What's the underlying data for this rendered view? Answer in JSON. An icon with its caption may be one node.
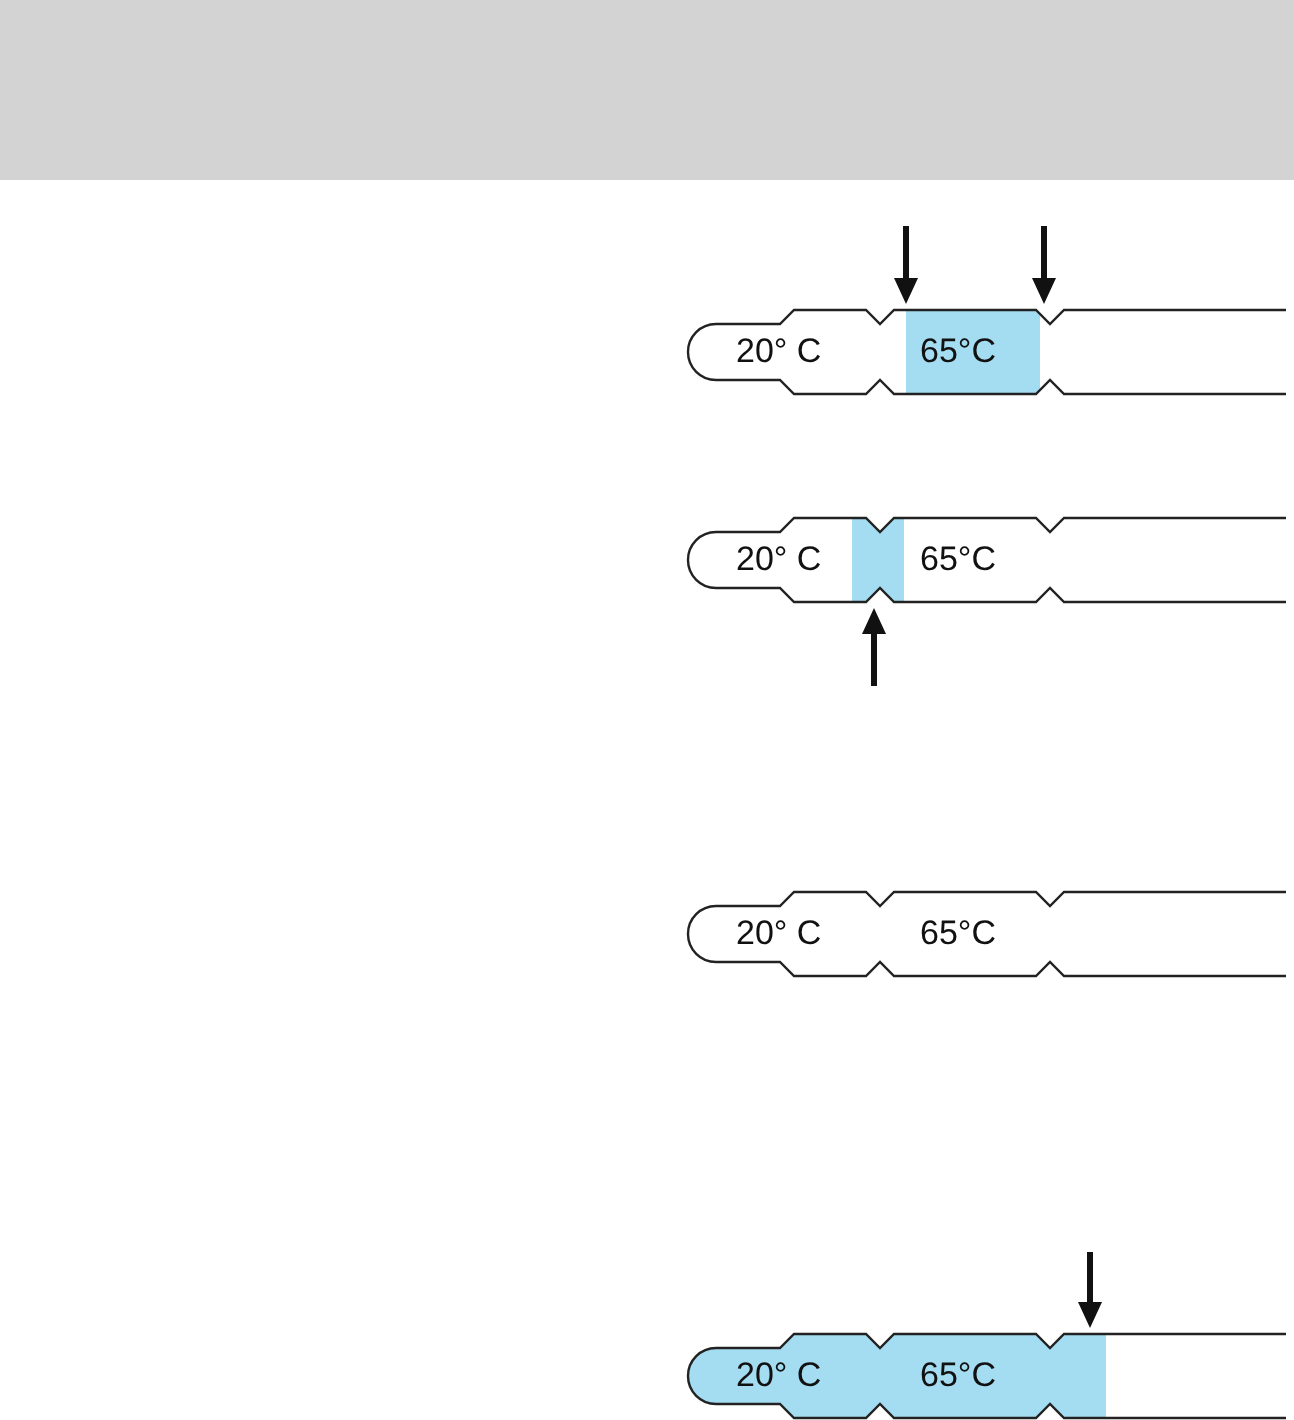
{
  "diagram": {
    "labels": [
      "20° C",
      "65°C",
      "20° C",
      "65°C",
      "20° C",
      "65°C",
      "20° C",
      "65°C"
    ]
  }
}
